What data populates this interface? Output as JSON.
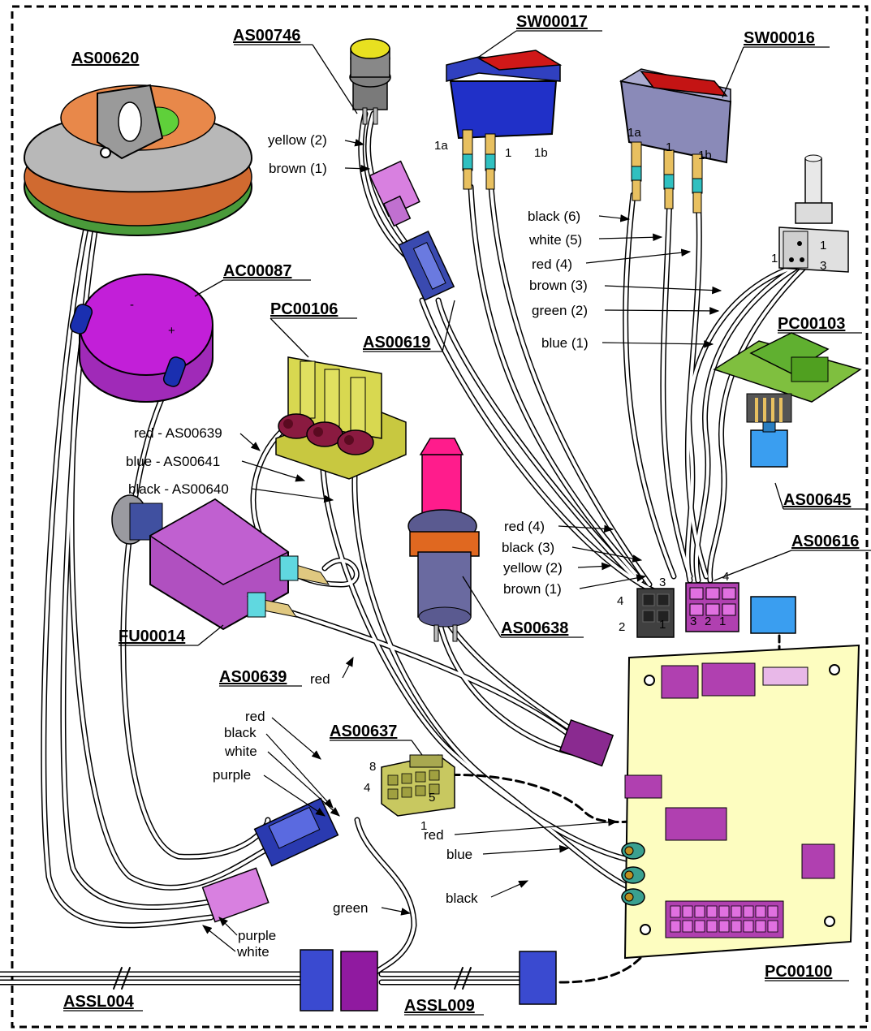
{
  "parts": {
    "AS00620": "AS00620",
    "AS00746": "AS00746",
    "SW00017": "SW00017",
    "SW00016": "SW00016",
    "AC00087": "AC00087",
    "PC00106": "PC00106",
    "AS00619": "AS00619",
    "PC00103": "PC00103",
    "AS00645": "AS00645",
    "AS00616": "AS00616",
    "AS00638": "AS00638",
    "FU00014": "FU00014",
    "AS00639": "AS00639",
    "AS00637": "AS00637",
    "PC00100": "PC00100",
    "ASSL004": "ASSL004",
    "ASSL009": "ASSL009"
  },
  "wires": {
    "yellow2": "yellow (2)",
    "brown1": "brown (1)",
    "black6": "black (6)",
    "white5": "white (5)",
    "red4": "red (4)",
    "brown3": "brown (3)",
    "green2": "green (2)",
    "blue1": "blue (1)",
    "red_as00639": "red - AS00639",
    "blue_as00641": "blue - AS00641",
    "black_as00640": "black - AS00640",
    "red4b": "red (4)",
    "black3": "black (3)",
    "yellow2b": "yellow (2)",
    "brown1b": "brown (1)",
    "as00639_red": "red",
    "red_top": "red",
    "black_top": "black",
    "white_top": "white",
    "purple_top": "purple",
    "red_pc": "red",
    "blue_pc": "blue",
    "black_pc": "black",
    "green": "green",
    "purple_bottom": "purple",
    "white_bottom": "white"
  },
  "pins": {
    "sw17_1a": "1a",
    "sw17_1": "1",
    "sw17_1b": "1b",
    "sw16_1a": "1a",
    "sw16_1": "1",
    "sw16_1b": "1b",
    "pot_1_left": "1",
    "pot_1_right": "1",
    "pot_3": "3",
    "c4_4": "4",
    "c4_3": "3",
    "c4_2": "2",
    "c4_1": "1",
    "c6_4": "4",
    "c6_3": "3",
    "c6_2": "2",
    "c6_1": "1",
    "as637_8": "8",
    "as637_4": "4",
    "as637_5": "5",
    "as637_1": "1"
  },
  "colors": {
    "border": "#000000",
    "board": "#fdfdc0",
    "pcb_green": "#7fbf3f",
    "switch_blue": "#2b3fd6",
    "switch_grey": "#8a8ab8",
    "rocker_red": "#c41414",
    "purple": "#b040b0",
    "key_pink": "#ff1c8c",
    "connector_blue": "#3a9ef0"
  }
}
